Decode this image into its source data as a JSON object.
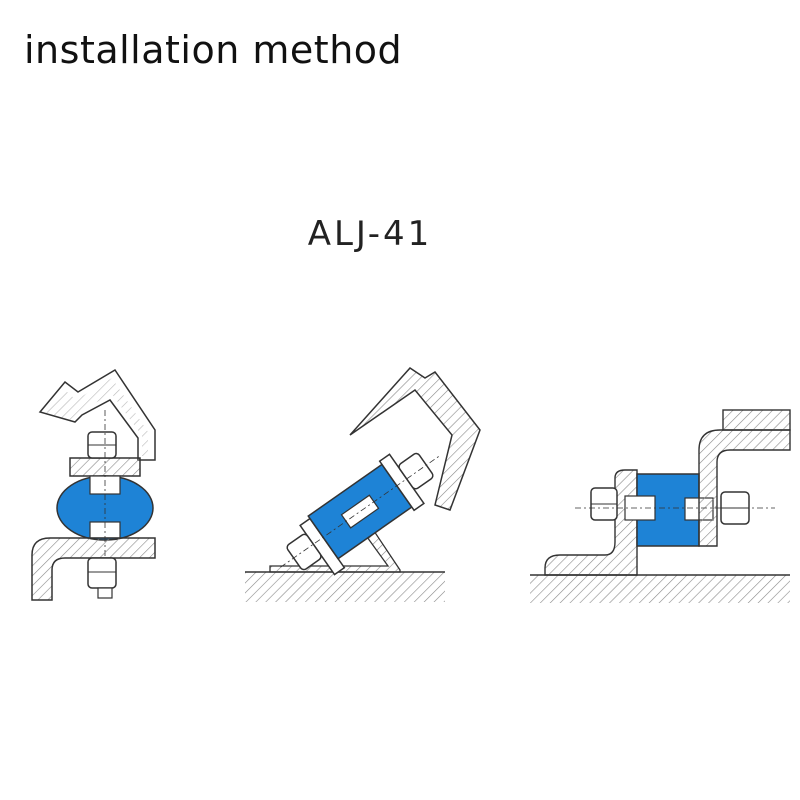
{
  "page": {
    "title": "installation method"
  },
  "diagram": {
    "model_label": "ALJ-41"
  },
  "colors": {
    "isolator": "#1e83d6",
    "line": "#333333",
    "hatch": "#888888",
    "bolt_fill": "#ffffff"
  },
  "figures": [
    {
      "name": "vertical-mount"
    },
    {
      "name": "angled-mount"
    },
    {
      "name": "horizontal-mount"
    }
  ]
}
